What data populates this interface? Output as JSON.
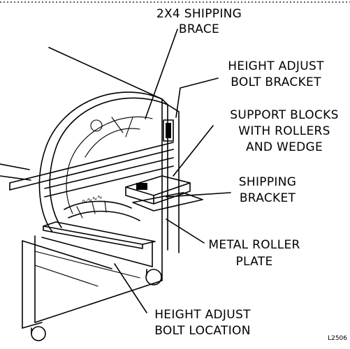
{
  "labels": {
    "brace_l1": "2X4 SHIPPING",
    "brace_l2": "BRACE",
    "hab_l1": "HEIGHT ADJUST",
    "hab_l2": "BOLT BRACKET",
    "sup_l1": "SUPPORT BLOCKS",
    "sup_l2": "WITH ROLLERS",
    "sup_l3": "AND WEDGE",
    "ship_l1": "SHIPPING",
    "ship_l2": "BRACKET",
    "mrp_l1": "METAL ROLLER",
    "mrp_l2": "PLATE",
    "hal_l1": "HEIGHT ADJUST",
    "hal_l2": "BOLT LOCATION"
  },
  "figure_id": "L2506"
}
